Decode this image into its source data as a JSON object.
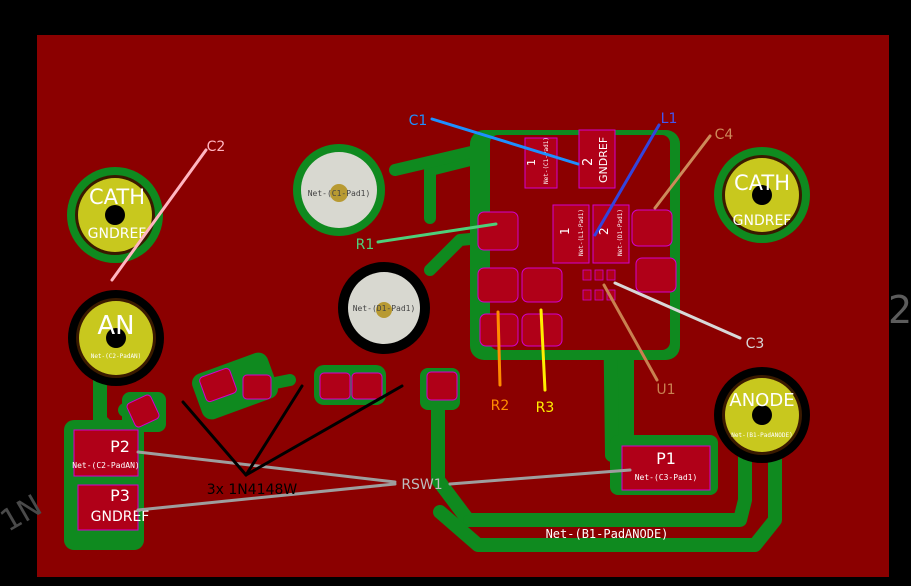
{
  "colors": {
    "background": "#000000",
    "board": "#8b0000",
    "track": "#0f8a1f",
    "pad_round": "#c8c81e",
    "pad_round_ring": "#3a1a00",
    "pad_smd": "#a00014",
    "pad_outline": "#d000d0",
    "hole": "#4a4a00",
    "silk": "#ffffff",
    "label_text": "#ffffff"
  },
  "pads": {
    "cath_left": {
      "big": "CATH",
      "small": "GNDREF"
    },
    "cath_right": {
      "big": "CATH",
      "small": "GNDREF"
    },
    "an": {
      "big": "AN",
      "net": "Net-(C2-PadAN)"
    },
    "anode": {
      "big": "ANODE",
      "net": "Net-(B1-PadANODE)"
    },
    "c1_pad": {
      "net": "Net-(C1-Pad1)"
    },
    "d_pad": {
      "net": "Net-(D1-Pad1)"
    },
    "p2": {
      "big": "P2",
      "net": "Net-(C2-PadAN)"
    },
    "p3": {
      "big": "P3",
      "small": "GNDREF"
    },
    "p1": {
      "big": "P1",
      "net": "Net-(C3-Pad1)"
    },
    "c1_smd": {
      "pin1": "1",
      "pin2": "2",
      "net1": "Net-(C1-Pad1)",
      "net2": "GNDREF"
    },
    "l1_smd": {
      "pin1": "1",
      "pin2": "2",
      "net1": "Net-(L1-Pad1)",
      "net2": "Net-(D1-Pad1)"
    }
  },
  "track_label": "Net-(B1-PadANODE)",
  "annotations": {
    "c1": {
      "text": "C1",
      "color": "#1e90ff"
    },
    "l1": {
      "text": "L1",
      "color": "#4455ee"
    },
    "c2": {
      "text": "C2",
      "color": "#ffb6c1"
    },
    "c4": {
      "text": "C4",
      "color": "#cd8a5a"
    },
    "r1": {
      "text": "R1",
      "color": "#4ed07a"
    },
    "r2": {
      "text": "R2",
      "color": "#ff8c00"
    },
    "r3": {
      "text": "R3",
      "color": "#ffee00"
    },
    "u1": {
      "text": "U1",
      "color": "#c98050"
    },
    "c3": {
      "text": "C3",
      "color": "#d8d8d8"
    },
    "rsw1": {
      "text": "RSW1",
      "color": "#bdbdbd"
    },
    "diodes": {
      "text": "3x 1N4148W",
      "color": "#000000"
    }
  }
}
